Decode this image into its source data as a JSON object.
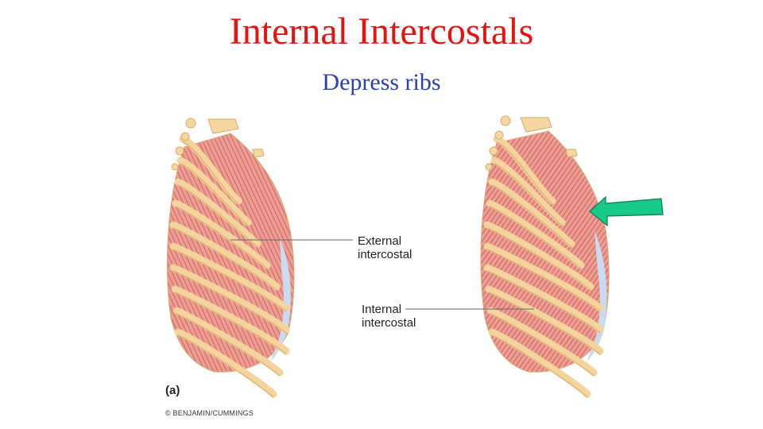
{
  "slide": {
    "title": "Internal Intercostals",
    "subtitle": "Depress ribs"
  },
  "figure": {
    "panel_letter": "(a)",
    "copyright": "© BENJAMIN/CUMMINGS",
    "labels": {
      "external": [
        "External",
        "intercostal"
      ],
      "internal": [
        "Internal",
        "intercostal"
      ]
    },
    "colors": {
      "rib": "#f6d7a1",
      "rib_edge": "#d9a86a",
      "muscle": "#ec9c92",
      "muscle_stripe": "#d46a62",
      "cartilage": "#c9dcef",
      "arrow": "#18c98a"
    }
  }
}
